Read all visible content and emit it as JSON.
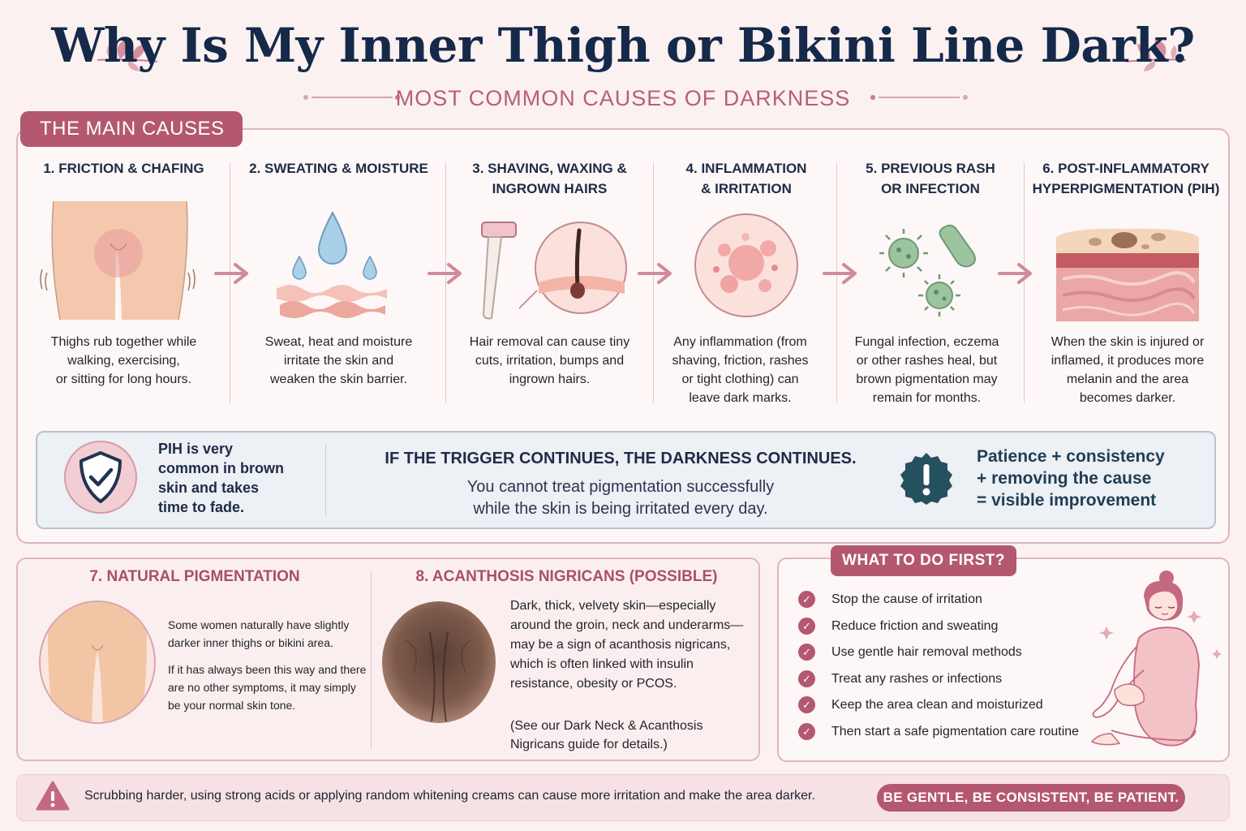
{
  "header": {
    "title": "Why Is My Inner Thigh or Bikini Line Dark?",
    "subtitle": "MOST COMMON CAUSES OF DARKNESS"
  },
  "main_causes": {
    "tag": "THE MAIN CAUSES",
    "causes": [
      {
        "title_l1": "1. FRICTION & CHAFING",
        "title_l2": "",
        "text": [
          "Thighs rub together while",
          "walking, exercising,",
          "or sitting for long hours."
        ]
      },
      {
        "title_l1": "2. SWEATING & MOISTURE",
        "title_l2": "",
        "text": [
          "Sweat, heat and moisture",
          "irritate the skin and",
          "weaken the skin barrier."
        ]
      },
      {
        "title_l1": "3. SHAVING, WAXING &",
        "title_l2": "INGROWN HAIRS",
        "text": [
          "Hair removal can cause tiny",
          "cuts, irritation, bumps and",
          "ingrown hairs."
        ]
      },
      {
        "title_l1": "4. INFLAMMATION",
        "title_l2": "& IRRITATION",
        "text": [
          "Any inflammation (from",
          "shaving, friction, rashes",
          "or tight clothing) can",
          "leave dark marks."
        ]
      },
      {
        "title_l1": "5. PREVIOUS RASH",
        "title_l2": "OR INFECTION",
        "text": [
          "Fungal infection, eczema",
          "or other rashes heal, but",
          "brown pigmentation may",
          "remain for months."
        ]
      },
      {
        "title_l1": "6. POST-INFLAMMATORY",
        "title_l2": "HYPERPIGMENTATION (PIH)",
        "text": [
          "When the skin is injured or",
          "inflamed, it produces more",
          "melanin and the area",
          "becomes darker."
        ]
      }
    ]
  },
  "info_strip": {
    "pih_note": [
      "PIH is very",
      "common in brown",
      "skin and takes",
      "time to fade."
    ],
    "trigger_title": "IF THE TRIGGER CONTINUES, THE DARKNESS CONTINUES.",
    "trigger_text": [
      "You cannot treat pigmentation successfully",
      "while the skin is being irritated every day."
    ],
    "patience": [
      "Patience + consistency",
      "+ removing the cause",
      "= visible improvement"
    ]
  },
  "natural": {
    "title": "7. NATURAL PIGMENTATION",
    "text1": "Some women naturally have slightly darker inner thighs or bikini area.",
    "text2": "If it has always been this way and there are no other symptoms, it may simply be your normal skin tone."
  },
  "acanthosis": {
    "title": "8. ACANTHOSIS NIGRICANS (POSSIBLE)",
    "text1": "Dark, thick, velvety skin—especially around the groin, neck and underarms—may be a sign of acanthosis nigricans, which is often linked with insulin resistance, obesity or PCOS.",
    "text2": "(See our Dark Neck & Acanthosis Nigricans guide for details.)"
  },
  "todo": {
    "tag": "WHAT TO DO FIRST?",
    "items": [
      "Stop the cause of irritation",
      "Reduce friction and sweating",
      "Use gentle hair removal methods",
      "Treat any rashes or infections",
      "Keep the area clean and moisturized",
      "Then start a safe pigmentation care routine"
    ]
  },
  "footer": {
    "warning": "Scrubbing harder, using strong acids or applying random whitening creams can cause more irritation and make the area darker.",
    "pill": "BE GENTLE, BE CONSISTENT, BE PATIENT."
  },
  "icons": {
    "header_leaf": "leaf-sprig-icon",
    "arrow": "arrow-right-icon",
    "shield": "shield-check-icon",
    "alert": "exclamation-icon",
    "check": "check-icon",
    "warning": "warning-triangle-icon"
  },
  "colors": {
    "accent": "#b3586f",
    "navy": "#15294a",
    "background": "#fbf1f1"
  }
}
